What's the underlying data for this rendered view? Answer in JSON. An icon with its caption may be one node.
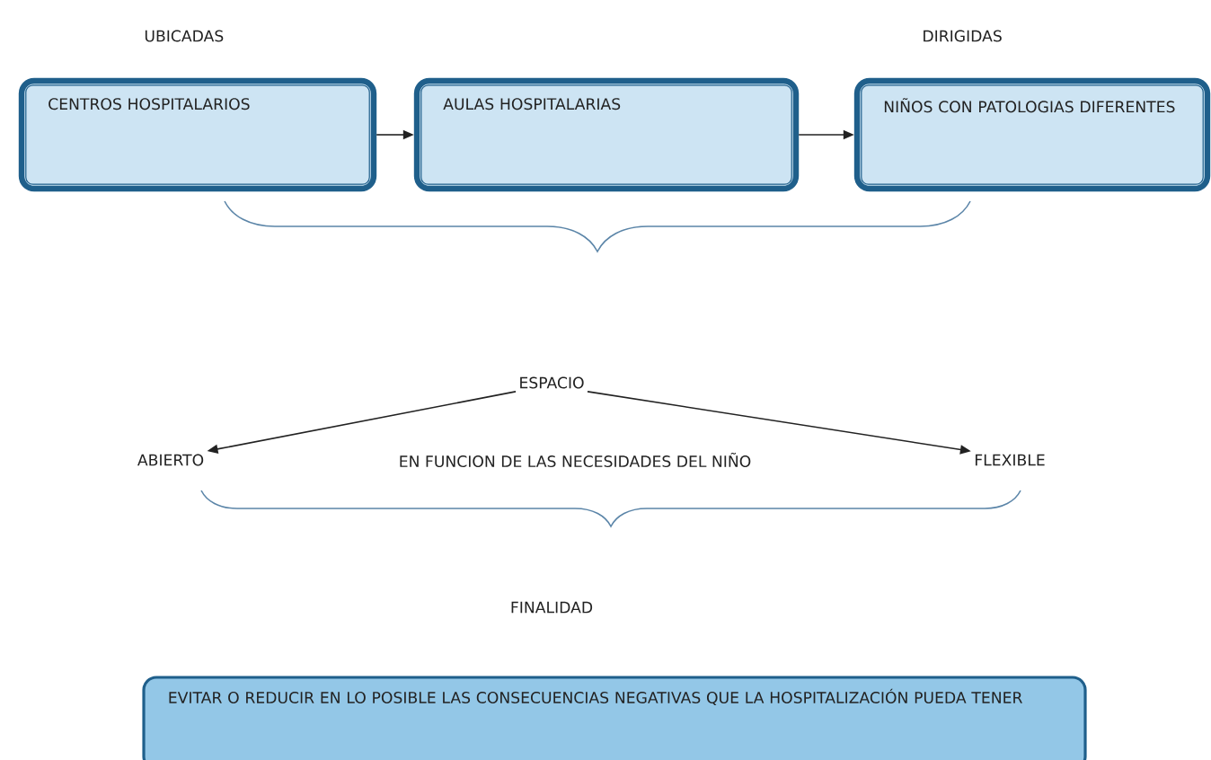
{
  "diagram": {
    "nodes": [
      {
        "text": [
          "CENTROS HOSPITALARIOS"
        ]
      },
      {
        "text": [
          "AULAS HOSPITALARIAS"
        ]
      },
      {
        "text": [
          "NIÑOS CON PATOLOGIAS DIFERENTES"
        ]
      },
      {
        "text": [
          "ESPACIO"
        ]
      },
      {
        "text": [
          "ABIERTO"
        ]
      },
      {
        "text": [
          "FLEXIBLE"
        ]
      },
      {
        "text": [
          "EVITAR O REDUCIR EN LO POSIBLE LAS CONSECUENCIAS NEGATIVAS QUE LA HOSPITALIZACIÓN PUEDA TENER"
        ]
      }
    ],
    "edges": [
      {
        "from": 0,
        "to": 1,
        "arrow": "to"
      },
      {
        "from": 1,
        "to": 2,
        "arrow": "to"
      },
      {
        "from": 3,
        "to": 4,
        "arrow": "to"
      },
      {
        "from": 3,
        "to": 5,
        "arrow": "to"
      }
    ],
    "labels": [
      "UBICADAS",
      "DIRIGIDAS",
      "EN FUNCION DE LAS NECESIDADES DEL NIÑO",
      "FINALIDAD"
    ]
  }
}
